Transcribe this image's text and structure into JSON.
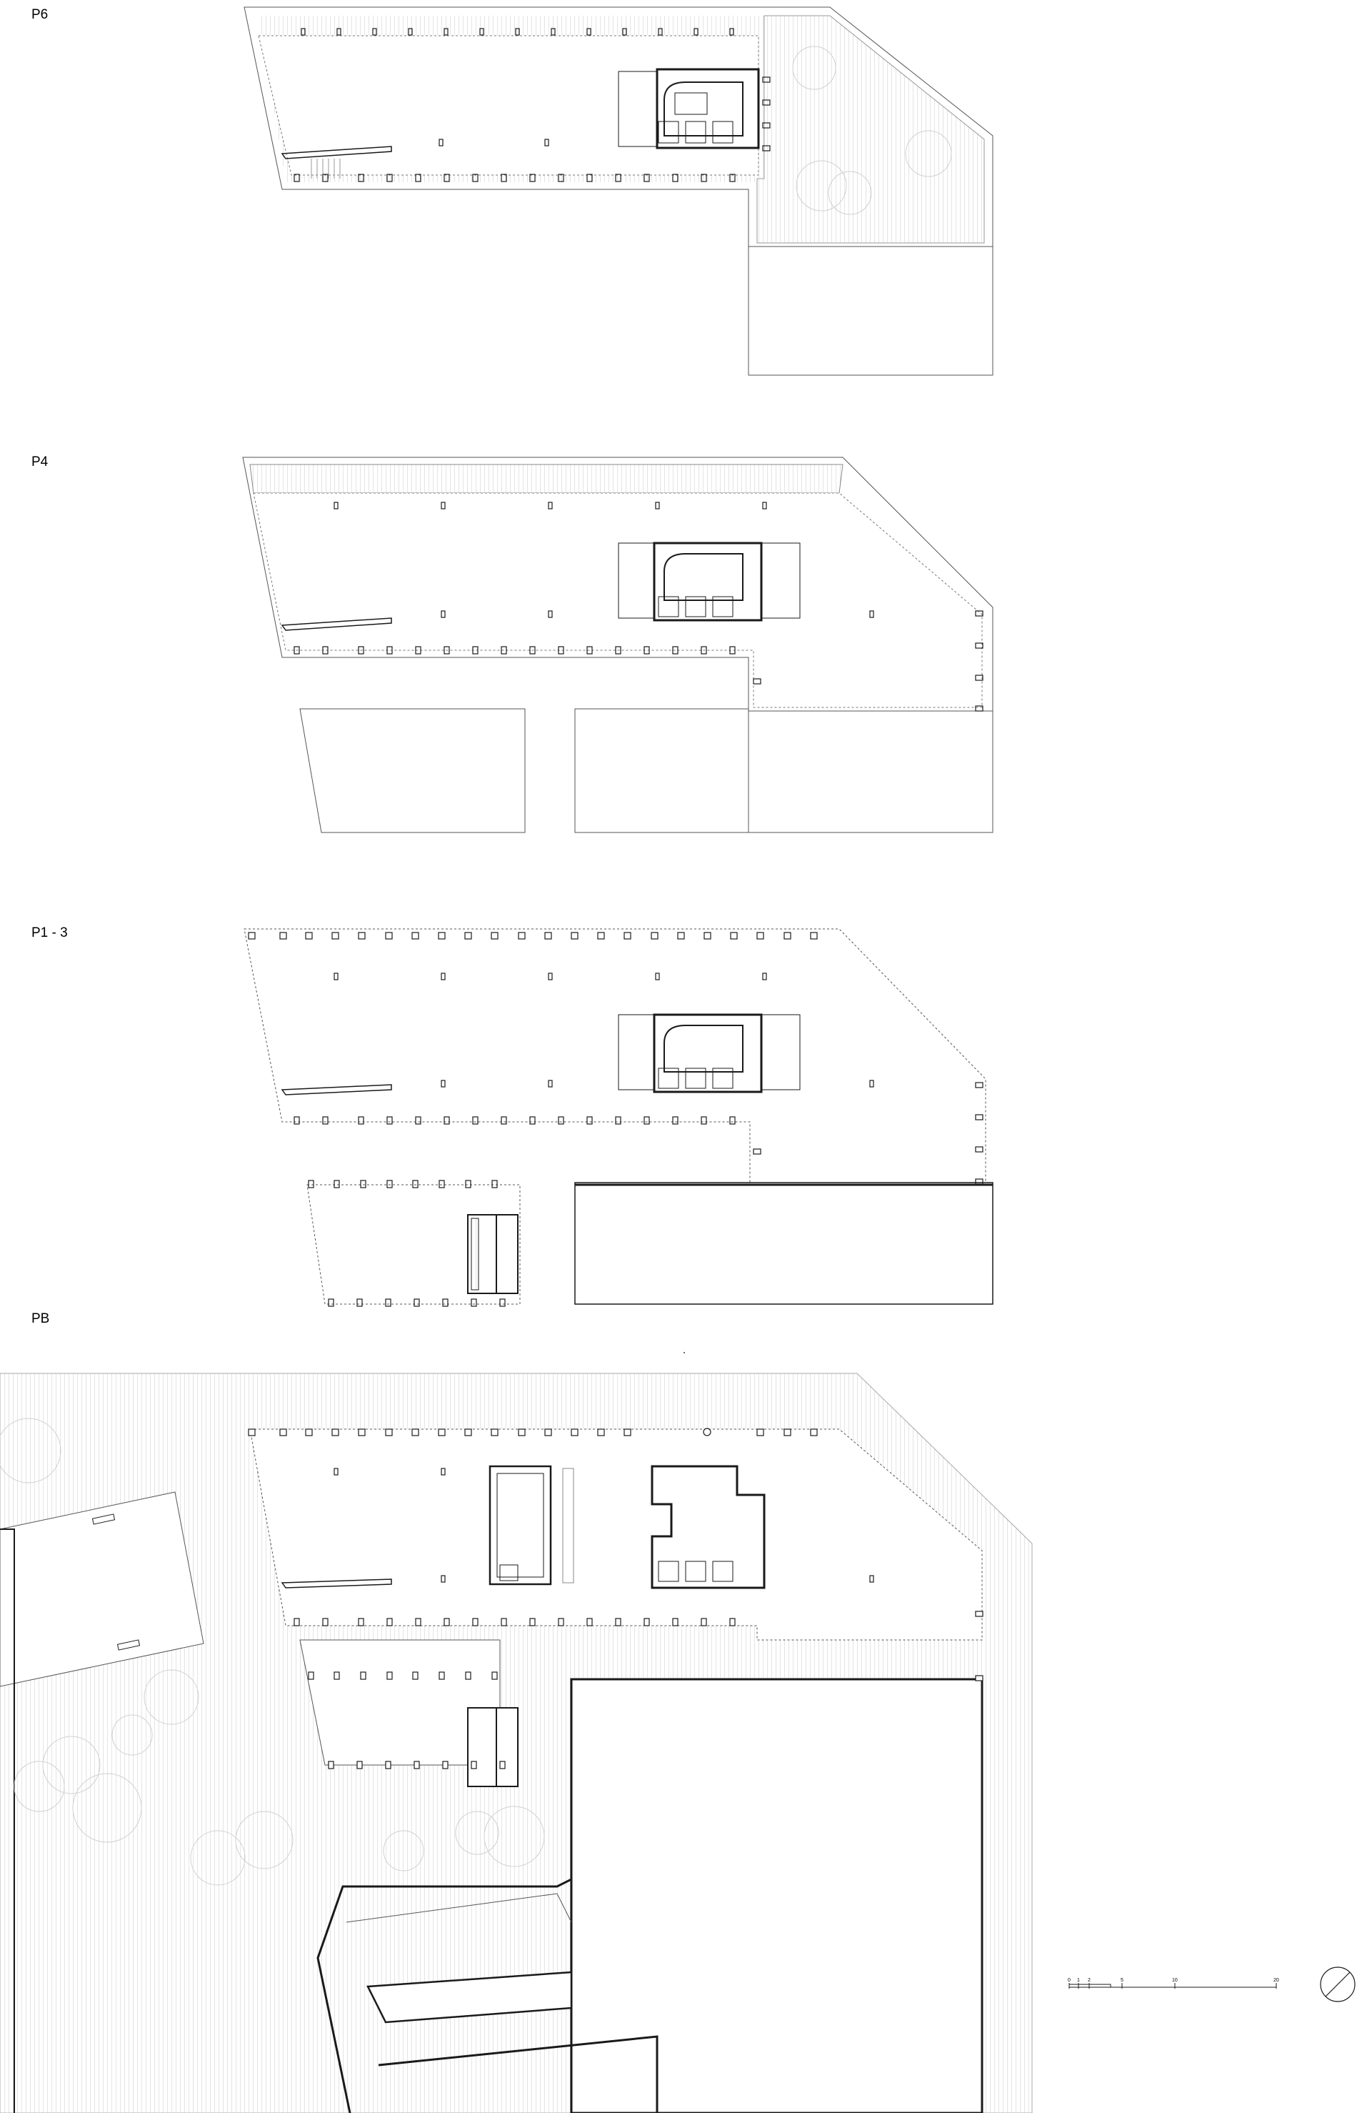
{
  "floors": [
    {
      "id": "p6",
      "label": "P6"
    },
    {
      "id": "p4",
      "label": "P4"
    },
    {
      "id": "p1-3",
      "label": "P1 - 3"
    },
    {
      "id": "pb",
      "label": "PB"
    }
  ],
  "scale_bar": {
    "ticks": [
      "0",
      "1",
      "2",
      "5",
      "10",
      "20"
    ]
  },
  "north_arrow": {
    "icon": "north-arrow-icon"
  },
  "colors": {
    "line": "#1a1a1a",
    "hatch": "#c8c8c8",
    "light": "#bdbdbd"
  }
}
